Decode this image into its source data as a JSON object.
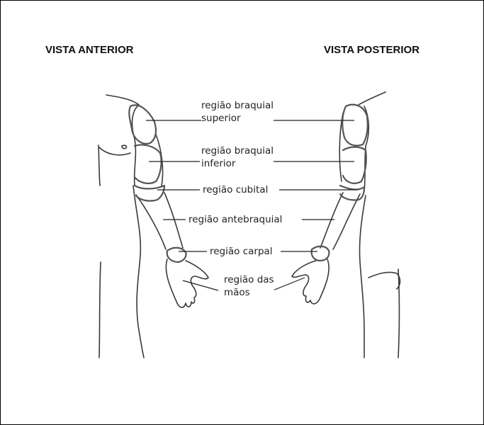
{
  "headings": {
    "anterior": "VISTA ANTERIOR",
    "posterior": "VISTA POSTERIOR"
  },
  "labels": {
    "braquial_superior": [
      "região braquial",
      "superior"
    ],
    "braquial_inferior": [
      "região braquial",
      "inferior"
    ],
    "cubital": "região cubital",
    "antebraquial": "região antebraquial",
    "carpal": "região carpal",
    "maos": [
      "região das",
      "mãos"
    ]
  },
  "colors": {
    "outline": "#3a3a3a",
    "text": "#222222",
    "border": "#000000"
  }
}
